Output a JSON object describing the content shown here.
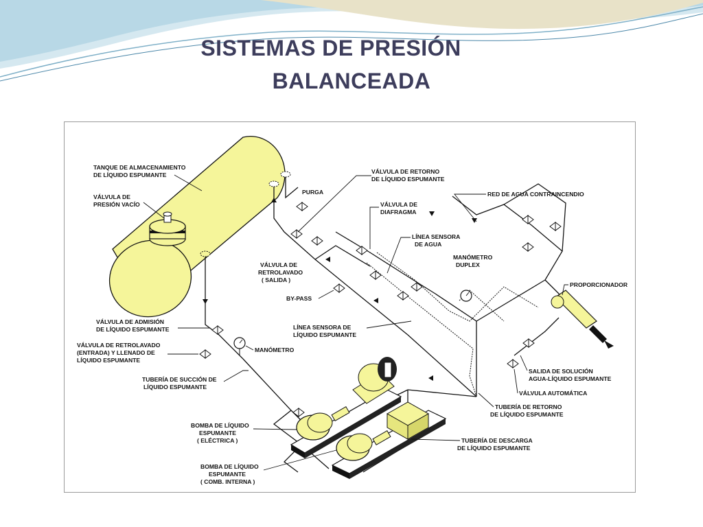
{
  "title": {
    "line1": "SISTEMAS DE PRESIÓN",
    "line2": "BALANCEADA"
  },
  "colors": {
    "title": "#3d3d5c",
    "tank_fill": "#f5f59a",
    "wave_blue": "#9ec8dc",
    "wave_sand": "#e3dcc0"
  },
  "labels": {
    "tank": [
      "TANQUE DE ALMACENAMIENTO",
      "DE LÍQUIDO ESPUMANTE"
    ],
    "vacuum_valve": [
      "VÁLVULA DE",
      "PRESIÓN VACÍO"
    ],
    "purge": "PURGA",
    "return_valve": [
      "VÁLVULA DE RETORNO",
      "DE LÍQUIDO ESPUMANTE"
    ],
    "diaphragm_valve": [
      "VÁLVULA DE",
      "DIAFRAGMA"
    ],
    "fire_water": "RED DE AGUA CONTRAINCENDIO",
    "water_sensing": [
      "LÍNEA SENSORA",
      "DE AGUA"
    ],
    "duplex_gauge": [
      "MANÓMETRO",
      "DUPLEX"
    ],
    "proportioner": "PROPORCIONADOR",
    "backflush_out": [
      "VÁLVULA DE",
      "RETROLAVADO",
      "( SALIDA )"
    ],
    "bypass": "BY-PASS",
    "foam_sensing": [
      "LÍNEA SENSORA DE",
      "LÍQUIDO ESPUMANTE"
    ],
    "intake_valve": [
      "VÁLVULA DE ADMISIÓN",
      "DE LÍQUIDO  ESPUMANTE"
    ],
    "backflush_in": [
      "VÁLVULA DE RETROLAVADO",
      "(ENTRADA) Y LLENADO DE",
      "LÍQUIDO ESPUMANTE"
    ],
    "gauge": "MANÓMETRO",
    "suction_pipe": [
      "TUBERÍA DE SUCCIÓN DE",
      "LÍQUIDO ESPUMANTE"
    ],
    "solution_outlet": [
      "SALIDA DE SOLUCIÓN",
      "AGUA-LÍQUIDO ESPUMANTE"
    ],
    "auto_valve": "VÁLVULA AUTOMÁTICA",
    "return_pipe": [
      "TUBERÍA DE RETORNO",
      "DE LÍQUIDO ESPUMANTE"
    ],
    "electric_pump": [
      "BOMBA DE LÍQUIDO",
      "ESPUMANTE",
      "( ELÉCTRICA )"
    ],
    "discharge_pipe": [
      "TUBERÍA DE DESCARGA",
      "DE LÍQUIDO ESPUMANTE"
    ],
    "engine_pump": [
      "BOMBA DE LÍQUIDO",
      "ESPUMANTE",
      "( COMB. INTERNA )"
    ]
  }
}
